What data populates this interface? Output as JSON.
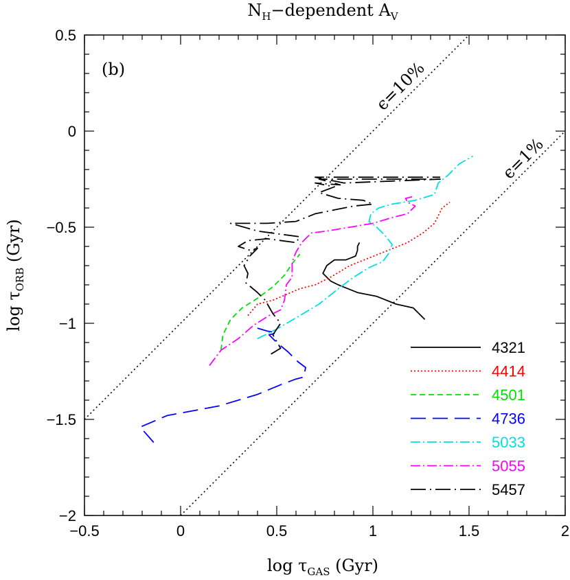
{
  "chart_data": {
    "type": "line",
    "title_main": "N",
    "title_sub1": "H",
    "title_mid": "−dependent A",
    "title_sub2": "V",
    "panel_label": "(b)",
    "xlabel_main": "log τ",
    "xlabel_sub": "GAS",
    "xlabel_unit": " (Gyr)",
    "ylabel_main": "log τ",
    "ylabel_sub": "ORB",
    "ylabel_unit": " (Gyr)",
    "xlim": [
      -0.5,
      2
    ],
    "ylim": [
      -2,
      0.5
    ],
    "x_ticks": [
      -0.5,
      0,
      0.5,
      1,
      1.5,
      2
    ],
    "x_tick_labels": [
      "−0.5",
      "0",
      "0.5",
      "1",
      "1.5",
      "2"
    ],
    "y_ticks": [
      -2,
      -1.5,
      -1,
      -0.5,
      0,
      0.5
    ],
    "y_tick_labels": [
      "−2",
      "−1.5",
      "−1",
      "−0.5",
      "0",
      "0.5"
    ],
    "legend_position": "bottom-right",
    "reference_lines": [
      {
        "label": "ϵ=10%",
        "x": [
          -0.5,
          1.5
        ],
        "y": [
          -1.5,
          0.5
        ]
      },
      {
        "label": "ϵ=1%",
        "x": [
          0,
          2
        ],
        "y": [
          -2,
          0
        ]
      }
    ],
    "series": [
      {
        "name": "4321",
        "color": "#000000",
        "style": "solid",
        "x": [
          1.27,
          1.21,
          1.12,
          1.02,
          0.92,
          0.82,
          0.78,
          0.74,
          0.76,
          0.8,
          0.86,
          0.91,
          0.92,
          0.92,
          0.93
        ],
        "y": [
          -0.98,
          -0.92,
          -0.9,
          -0.86,
          -0.84,
          -0.8,
          -0.78,
          -0.74,
          -0.7,
          -0.67,
          -0.67,
          -0.65,
          -0.62,
          -0.6,
          -0.58
        ]
      },
      {
        "name": "4414",
        "color": "#ff0000",
        "style": "dotted",
        "x": [
          0.35,
          0.4,
          0.48,
          0.55,
          0.62,
          0.7,
          0.78,
          0.88,
          0.98,
          1.08,
          1.18,
          1.26,
          1.32,
          1.36,
          1.4
        ],
        "y": [
          -0.96,
          -0.9,
          -0.88,
          -0.85,
          -0.82,
          -0.8,
          -0.76,
          -0.7,
          -0.66,
          -0.62,
          -0.58,
          -0.53,
          -0.48,
          -0.4,
          -0.37
        ]
      },
      {
        "name": "4501",
        "color": "#00e000",
        "style": "dashed",
        "x": [
          0.21,
          0.22,
          0.26,
          0.32,
          0.4,
          0.48,
          0.54,
          0.58,
          0.62
        ],
        "y": [
          -1.14,
          -1.06,
          -0.98,
          -0.92,
          -0.87,
          -0.81,
          -0.75,
          -0.69,
          -0.64
        ]
      },
      {
        "name": "4736",
        "color": "#0000ff",
        "style": "longdash",
        "x": [
          -0.14,
          -0.21,
          -0.07,
          0.2,
          0.4,
          0.52,
          0.6,
          0.64,
          0.65,
          0.61,
          0.56,
          0.5,
          0.46,
          0.5,
          0.45,
          0.38
        ],
        "y": [
          -1.62,
          -1.54,
          -1.48,
          -1.43,
          -1.37,
          -1.32,
          -1.29,
          -1.28,
          -1.23,
          -1.2,
          -1.15,
          -1.1,
          -1.06,
          -1.05,
          -1.04,
          -1.02
        ]
      },
      {
        "name": "5033",
        "color": "#00e0e0",
        "style": "dotdash",
        "x": [
          0.4,
          0.5,
          0.62,
          0.72,
          0.82,
          0.9,
          0.98,
          1.05,
          1.08,
          1.1,
          1.06,
          1.02,
          0.98,
          0.99,
          1.03,
          1.1,
          1.22,
          1.32,
          1.34,
          1.39,
          1.45,
          1.52
        ],
        "y": [
          -1.08,
          -1.03,
          -0.96,
          -0.9,
          -0.82,
          -0.76,
          -0.71,
          -0.68,
          -0.64,
          -0.59,
          -0.54,
          -0.5,
          -0.47,
          -0.43,
          -0.4,
          -0.38,
          -0.36,
          -0.33,
          -0.27,
          -0.23,
          -0.17,
          -0.13
        ]
      },
      {
        "name": "5055",
        "color": "#ff00ff",
        "style": "dotdash",
        "x": [
          0.15,
          0.21,
          0.3,
          0.38,
          0.46,
          0.52,
          0.54,
          0.55,
          0.58,
          0.58,
          0.6,
          0.63,
          0.65,
          0.68,
          0.76,
          0.88,
          1.0,
          1.1,
          1.18,
          1.22,
          1.18,
          1.17,
          1.21
        ],
        "y": [
          -1.22,
          -1.14,
          -1.08,
          -1.01,
          -0.96,
          -0.93,
          -0.88,
          -0.8,
          -0.76,
          -0.68,
          -0.63,
          -0.58,
          -0.56,
          -0.53,
          -0.52,
          -0.5,
          -0.48,
          -0.45,
          -0.43,
          -0.39,
          -0.37,
          -0.35,
          -0.34
        ]
      },
      {
        "name": "5457",
        "color": "#000000",
        "style": "longdotdash",
        "x": [
          0.47,
          0.52,
          0.48,
          0.52,
          0.48,
          0.44,
          0.4,
          0.34,
          0.35,
          0.33,
          0.36,
          0.4,
          0.36,
          0.3,
          0.35,
          0.45,
          0.6,
          0.62,
          0.4,
          0.26,
          0.45,
          0.6,
          0.7,
          0.8,
          0.9,
          1.0,
          0.95,
          0.82,
          0.72,
          0.8,
          0.7,
          0.83,
          0.76,
          0.72,
          1.0,
          1.2,
          1.35,
          1.1,
          0.85,
          0.7,
          1.1,
          1.35
        ],
        "y": [
          -1.16,
          -1.13,
          -1.06,
          -1.0,
          -0.95,
          -0.88,
          -0.84,
          -0.79,
          -0.74,
          -0.7,
          -0.65,
          -0.61,
          -0.62,
          -0.6,
          -0.57,
          -0.56,
          -0.58,
          -0.55,
          -0.52,
          -0.48,
          -0.48,
          -0.47,
          -0.43,
          -0.41,
          -0.39,
          -0.38,
          -0.36,
          -0.35,
          -0.32,
          -0.29,
          -0.27,
          -0.28,
          -0.26,
          -0.25,
          -0.25,
          -0.25,
          -0.25,
          -0.26,
          -0.27,
          -0.24,
          -0.24,
          -0.24
        ]
      }
    ]
  }
}
